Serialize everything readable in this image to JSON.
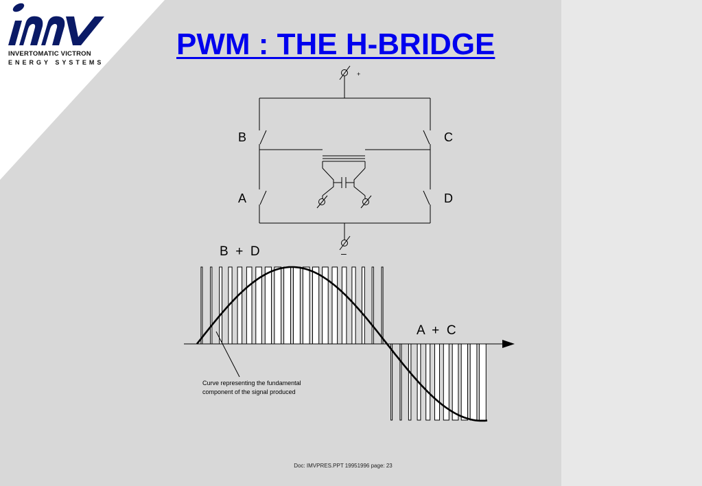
{
  "title": "PWM : THE H-BRIDGE",
  "logo": {
    "mark": "imv",
    "line1": "INVERTOMATIC VICTRON",
    "line2": "ENERGY SYSTEMS",
    "color": "#0a1a66"
  },
  "circuit": {
    "plus_label": "+",
    "minus_label": "–",
    "switches": [
      "B",
      "C",
      "A",
      "D"
    ]
  },
  "waveform": {
    "label_positive": "B  +  D",
    "label_negative": "A  +  C",
    "annotation_line1": "Curve representing the fundamental",
    "annotation_line2": "component of the signal produced"
  },
  "footer": "Doc: IMVPRES.PPT  19951996  page: 23",
  "colors": {
    "title": "#0000ee",
    "slide_bg": "#d8d8d8",
    "panel_bg": "#e8e8e8"
  }
}
